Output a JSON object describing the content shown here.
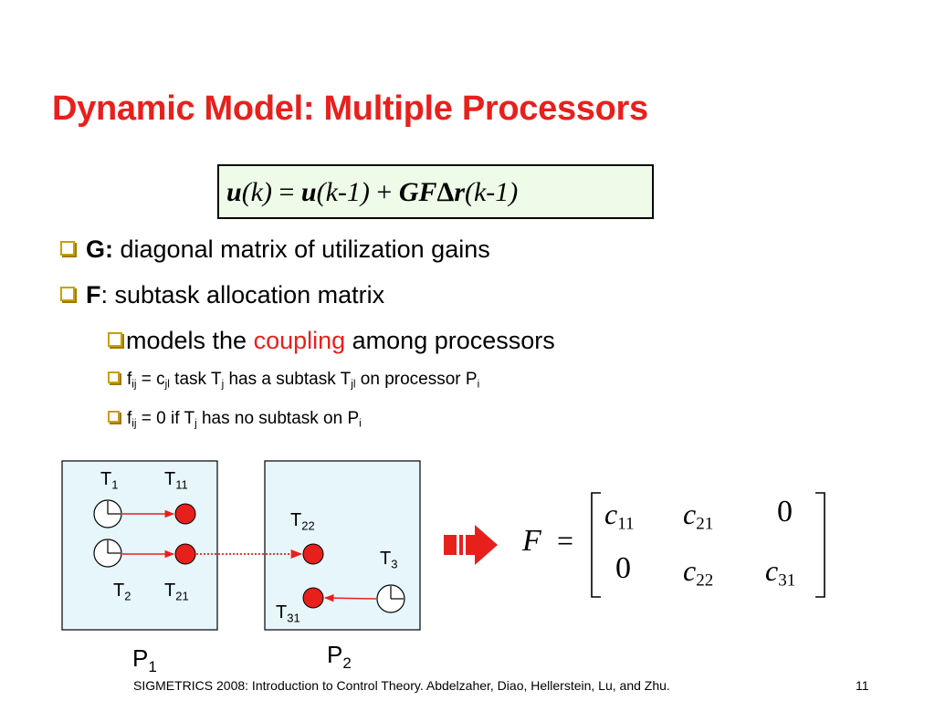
{
  "slide": {
    "title": "Dynamic Model: Multiple Processors",
    "equation": {
      "lhs_var": "u",
      "lhs_arg": "(k)",
      "eq": " = ",
      "rhs_var": "u",
      "rhs_arg": "(k-1)",
      "plus": " + ",
      "gf": "GF",
      "delta": "Δ",
      "r": "r",
      "r_arg": "(k-1)"
    },
    "bullets": [
      {
        "bold": "G:",
        "text": " diagonal matrix of utilization gains"
      },
      {
        "bold": "F",
        "text": ": subtask allocation matrix"
      }
    ],
    "sub_bullet": {
      "before": "models the ",
      "highlight": "coupling",
      "after": " among processors"
    },
    "small_bullets": {
      "b1_f": "f",
      "b1_f_sub": "ij",
      "b1_eq": " = c",
      "b1_c_sub": "jl",
      "b1_task": " task T",
      "b1_t_sub": "j",
      "b1_has": " has a subtask T",
      "b1_tjl_sub": "jl",
      "b1_on": " on processor P",
      "b1_p_sub": "i",
      "b2_f": "f",
      "b2_f_sub": "ij",
      "b2_eq": " = 0 if T",
      "b2_t_sub": "j",
      "b2_rest": " has no subtask on P",
      "b2_p_sub": "i"
    },
    "footer": "SIGMETRICS 2008: Introduction to Control Theory. Abdelzaher, Diao, Hellerstein, Lu, and Zhu.",
    "page_number": "11"
  },
  "diagram": {
    "p1_label": "P",
    "p1_sub": "1",
    "p2_label": "P",
    "p2_sub": "2",
    "t1": "T",
    "t1_sub": "1",
    "t11": "T",
    "t11_sub": "11",
    "t2": "T",
    "t2_sub": "2",
    "t21": "T",
    "t21_sub": "21",
    "t22": "T",
    "t22_sub": "22",
    "t3": "T",
    "t3_sub": "3",
    "t31": "T",
    "t31_sub": "31",
    "colors": {
      "processor_fill": "#e6f6fb",
      "subtask": "#e8201c",
      "arrow": "#e8201c",
      "big_arrow": "#e8201c"
    }
  },
  "matrix": {
    "lhs": "F",
    "eq": "=",
    "r1c1": "c",
    "r1c1_sub": "11",
    "r1c2": "c",
    "r1c2_sub": "21",
    "r1c3": "0",
    "r2c1": "0",
    "r2c2": "c",
    "r2c2_sub": "22",
    "r2c3": "c",
    "r2c3_sub": "31"
  }
}
